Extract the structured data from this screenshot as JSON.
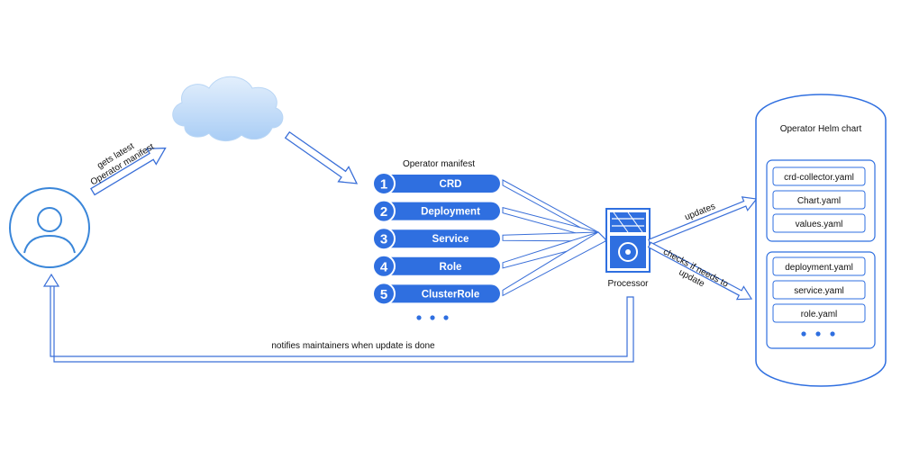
{
  "diagram": {
    "manifest_title": "Operator manifest",
    "manifest_items": [
      {
        "number": "1",
        "label": "CRD"
      },
      {
        "number": "2",
        "label": "Deployment"
      },
      {
        "number": "3",
        "label": "Service"
      },
      {
        "number": "4",
        "label": "Role"
      },
      {
        "number": "5",
        "label": "ClusterRole"
      }
    ],
    "processor_label": "Processor",
    "gets_latest_label_line1": "gets latest",
    "gets_latest_label_line2": "Operator manifest",
    "updates_label": "updates",
    "checks_label_line1": "checks if needs to",
    "checks_label_line2": "update",
    "notify_label": "notifies maintainers when update is done",
    "helm_title": "Operator Helm chart",
    "helm_group1": [
      "crd-collector.yaml",
      "Chart.yaml",
      "values.yaml"
    ],
    "helm_group2": [
      "deployment.yaml",
      "service.yaml",
      "role.yaml"
    ],
    "colors": {
      "accent": "#2f6fe0",
      "line": "#3a6fd8",
      "cloud": "#bcd8f7",
      "user": "#3a86d9"
    },
    "icons": [
      "user-icon",
      "cloud-icon",
      "server-icon"
    ]
  }
}
